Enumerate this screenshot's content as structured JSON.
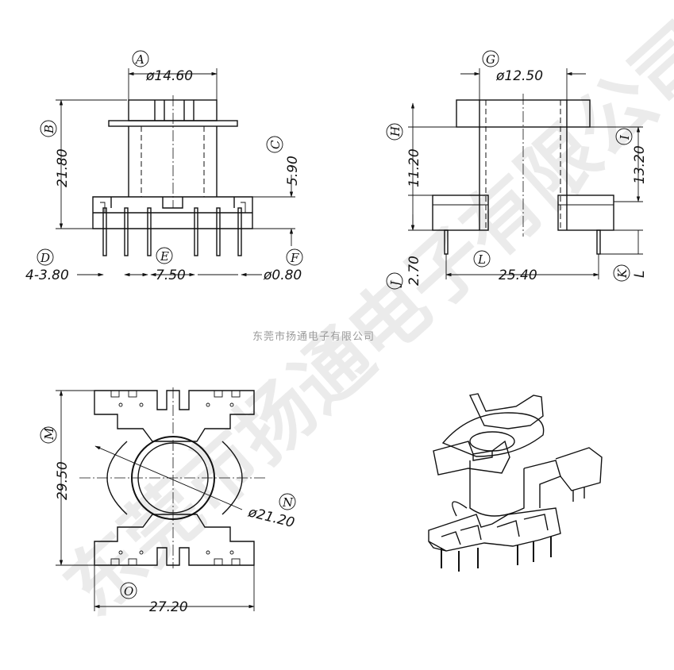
{
  "watermark": "东莞市扬通电子有限公司",
  "company_caption": "东莞市扬通电子有限公司",
  "front_view": {
    "label_a": "A",
    "dim_a": "ø14.60",
    "label_b": "B",
    "dim_b": "21.80",
    "label_c": "C",
    "dim_c": "5.90",
    "label_d": "D",
    "dim_d": "4-3.80",
    "label_e": "E",
    "dim_e": "7.50",
    "label_f": "F",
    "dim_f": "ø0.80"
  },
  "side_view": {
    "label_g": "G",
    "dim_g": "ø12.50",
    "label_h": "H",
    "dim_h": "11.20",
    "label_i": "I",
    "dim_i": "13.20",
    "label_j": "J",
    "dim_j": "2.70",
    "label_k": "K",
    "dim_k": "L",
    "label_l": "L",
    "dim_l": "25.40"
  },
  "bottom_view": {
    "label_m": "M",
    "dim_m": "29.50",
    "label_n": "N",
    "dim_n": "ø21.20",
    "label_o": "O",
    "dim_o": "27.20"
  }
}
